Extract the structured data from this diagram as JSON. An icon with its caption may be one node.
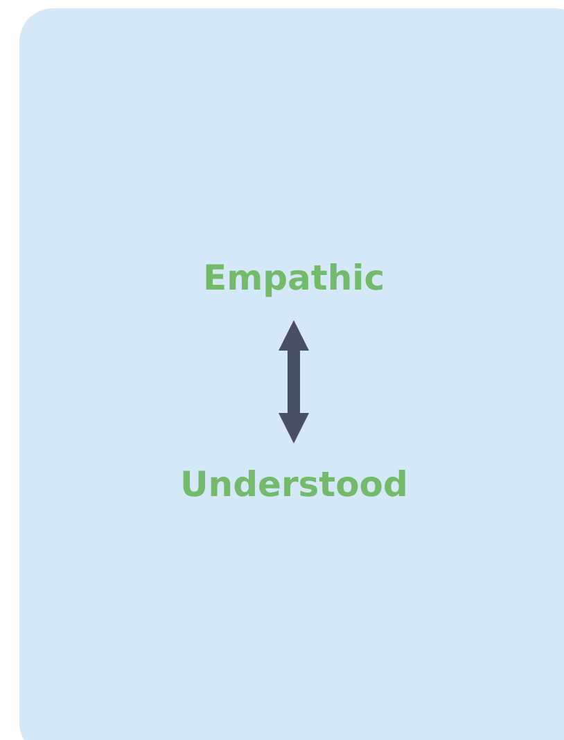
{
  "diagram": {
    "nodes": [
      {
        "text": [
          "Empathic"
        ]
      },
      {
        "text": [
          "Understood"
        ]
      }
    ],
    "edges": [
      {
        "from": 0,
        "to": 1,
        "arrow": "both"
      }
    ]
  }
}
